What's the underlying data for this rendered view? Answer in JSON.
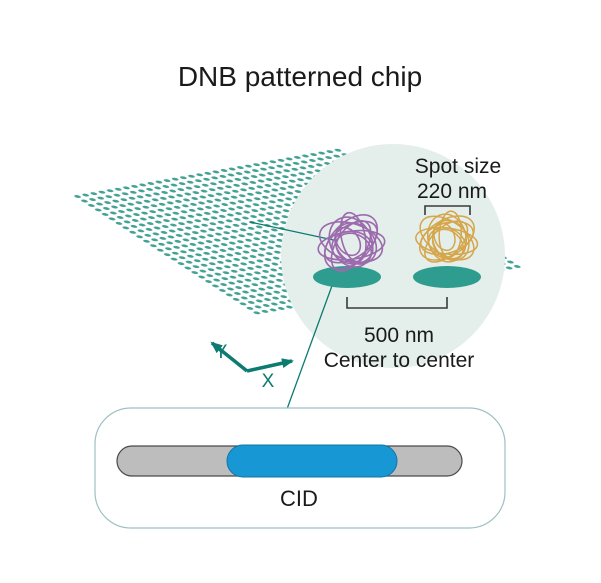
{
  "title": "DNB patterned chip",
  "magnified_view": {
    "spot_size_label": "Spot size",
    "spot_size_value": "220 nm",
    "pitch_value": "500 nm",
    "pitch_label": "Center to center"
  },
  "axes": {
    "x": "X",
    "y": "Y"
  },
  "cid": {
    "label": "CID"
  },
  "colors": {
    "dot_teal": "#43a294",
    "spot_teal": "#2e9c8e",
    "dark_teal": "#0c7b70",
    "circle_fill": "#e4efeb",
    "purple": "#9c6bad",
    "gold": "#d5a64b",
    "blue": "#1798d5",
    "gray": "#bdbdbd",
    "gray_outline": "#4a4a4a",
    "bracket": "#3a3a3a",
    "box_border": "#9fc0c3",
    "text": "#1a1a1a"
  }
}
